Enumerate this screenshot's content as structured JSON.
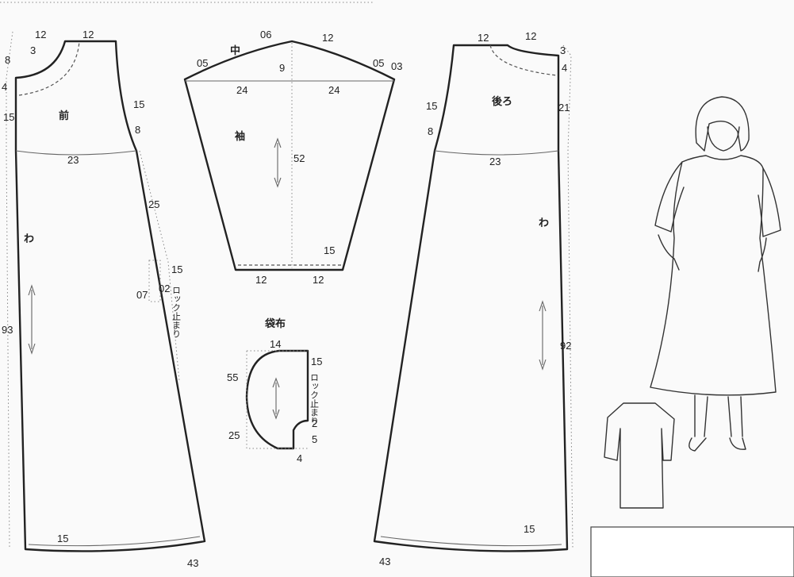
{
  "front": {
    "name": "前",
    "top_left": "12",
    "top_right": "12",
    "left_8": "8",
    "left_3": "3",
    "left_4": "4",
    "left_15": "15",
    "armhole_15": "15",
    "armhole_8": "8",
    "width": "23",
    "side_25": "25",
    "wa": "わ",
    "length": "93",
    "pocket_15": "15",
    "pocket_07": "07",
    "pocket_02": "02",
    "pocket_text": "ロック止まり",
    "hem_15": "15",
    "hem_43": "43"
  },
  "sleeve": {
    "name": "袖",
    "naka": "中",
    "top_06": "06",
    "top_12": "12",
    "left_05": "05",
    "right_05": "05",
    "right_03": "03",
    "cap_9": "9",
    "left_24": "24",
    "right_24": "24",
    "length": "52",
    "bottom_15": "15",
    "bottom_left": "12",
    "bottom_right": "12"
  },
  "pocket_cloth": {
    "name": "袋布",
    "top": "14",
    "left_55": "55",
    "left_25": "25",
    "right_15": "15",
    "right_2": "2",
    "right_5": "5",
    "bottom_4": "4",
    "right_text": "ロック止まり"
  },
  "back": {
    "name": "後ろ",
    "top_left": "12",
    "top_right": "12",
    "right_3": "3",
    "right_4": "4",
    "left_15": "15",
    "left_8": "8",
    "right_21": "21",
    "width": "23",
    "wa": "わ",
    "length": "92",
    "hem_15": "15",
    "hem_43": "43"
  }
}
